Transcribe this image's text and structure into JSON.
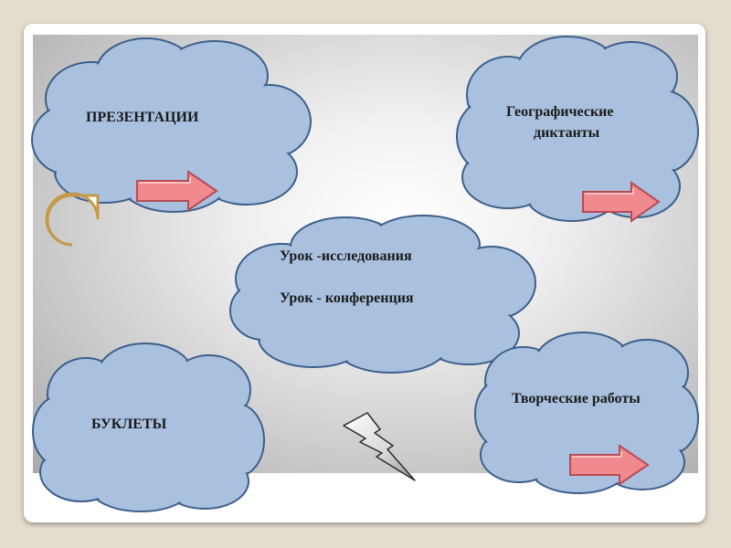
{
  "slide": {
    "clouds": {
      "presentations": "ПРЕЗЕНТАЦИИ",
      "geo_line1": "Географические",
      "geo_line2": "диктанты",
      "lesson_research": "Урок -исследования",
      "lesson_conference": "Урок - конференция",
      "booklets": "БУКЛЕТЫ",
      "creative": "Творческие  работы"
    }
  },
  "colors": {
    "cloud_fill": "#a9c1df",
    "cloud_stroke": "#3d5f8c",
    "arrow_fill": "#f08a8e",
    "arrow_stroke": "#b74b55",
    "callout_stroke": "#c49a4a"
  },
  "icons": [
    "speech-bubble-icon",
    "lightning-bolt-icon",
    "right-arrow-icon"
  ]
}
